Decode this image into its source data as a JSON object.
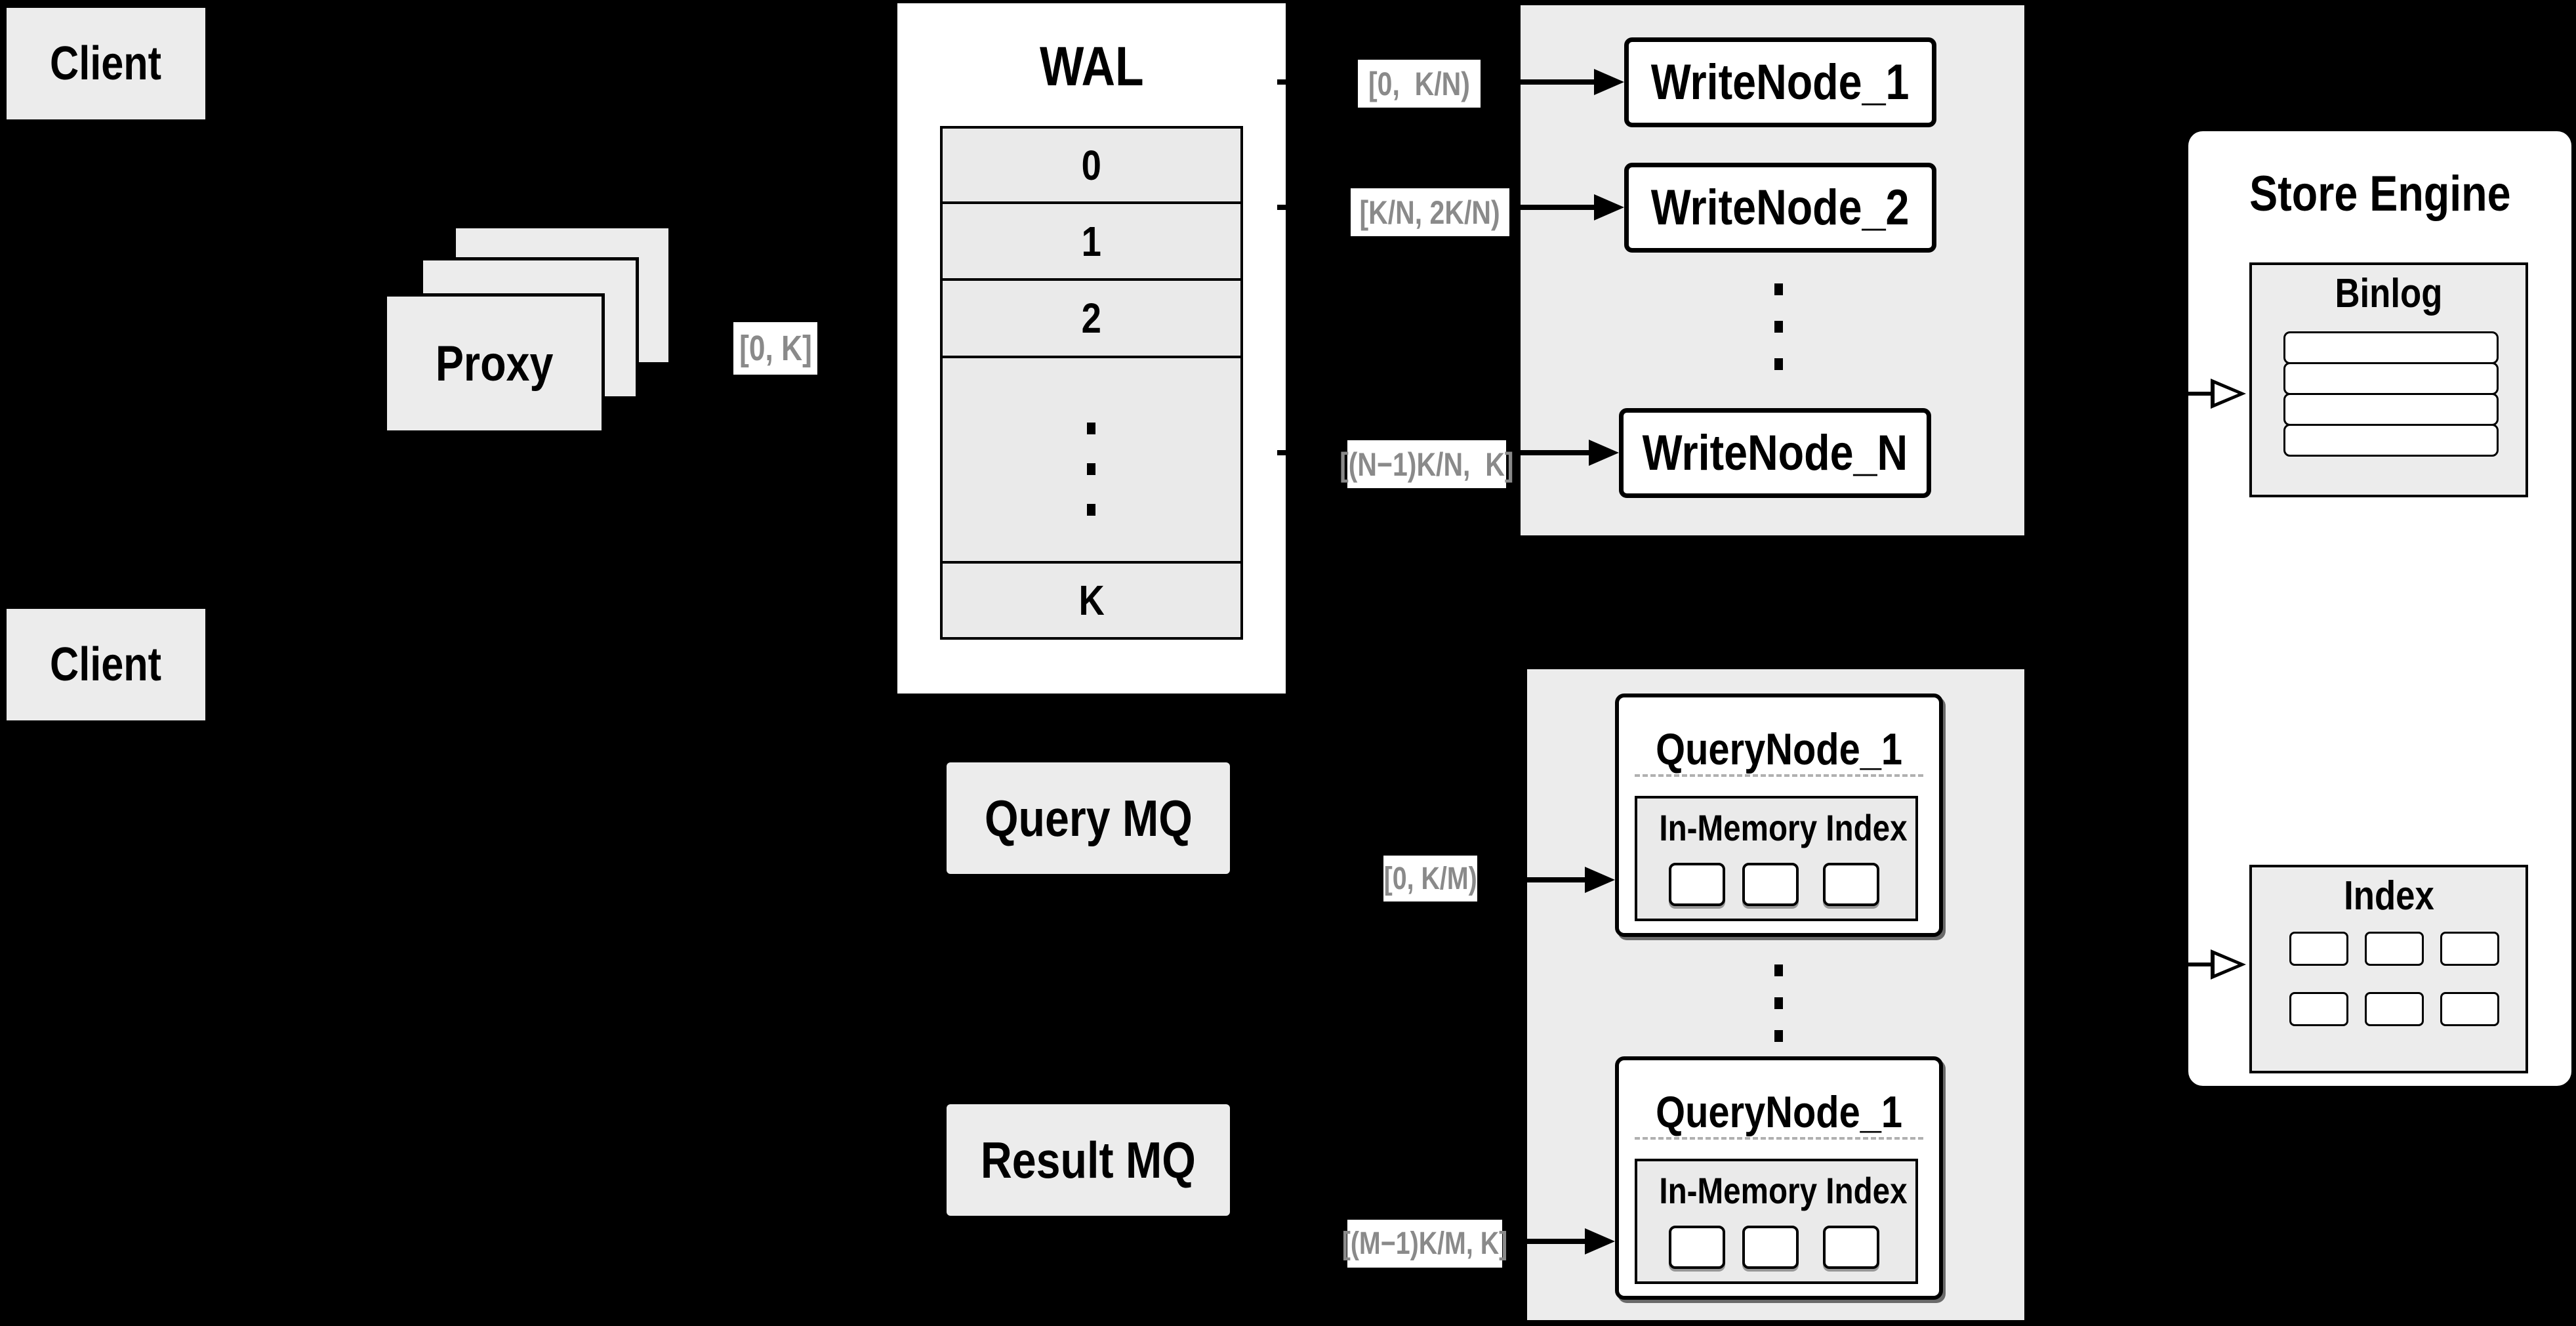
{
  "diagram": {
    "clients": {
      "top_label": "Client",
      "bottom_label": "Client"
    },
    "proxy": {
      "label": "Proxy"
    },
    "range_labels": {
      "proxy_to_wal": "[0, K]",
      "write_1": "[0,  K/N)",
      "write_2": "[K/N, 2K/N)",
      "write_n": "[(N−1)K/N,  K]",
      "query_1": "[0, K/M)",
      "query_m": "[(M−1)K/M, K]"
    },
    "wal": {
      "title": "WAL",
      "segments": [
        "0",
        "1",
        "2",
        "K"
      ]
    },
    "write_nodes": [
      "WriteNode_1",
      "WriteNode_2",
      "WriteNode_N"
    ],
    "query_nodes": [
      {
        "title": "QueryNode_1",
        "inner_title": "In-Memory Index"
      },
      {
        "title": "QueryNode_1",
        "inner_title": "In-Memory Index"
      }
    ],
    "mq": {
      "query": "Query MQ",
      "result": "Result MQ"
    },
    "store_engine": {
      "title": "Store Engine",
      "binlog_title": "Binlog",
      "index_title": "Index"
    },
    "colors": {
      "background": "#000000",
      "box_gray": "#ececec",
      "row_gray": "#eaeaea",
      "white": "#ffffff",
      "label_text_gray": "#8a8a8a",
      "dashed_divider": "#b0b0b0",
      "line_black": "#000000"
    }
  }
}
